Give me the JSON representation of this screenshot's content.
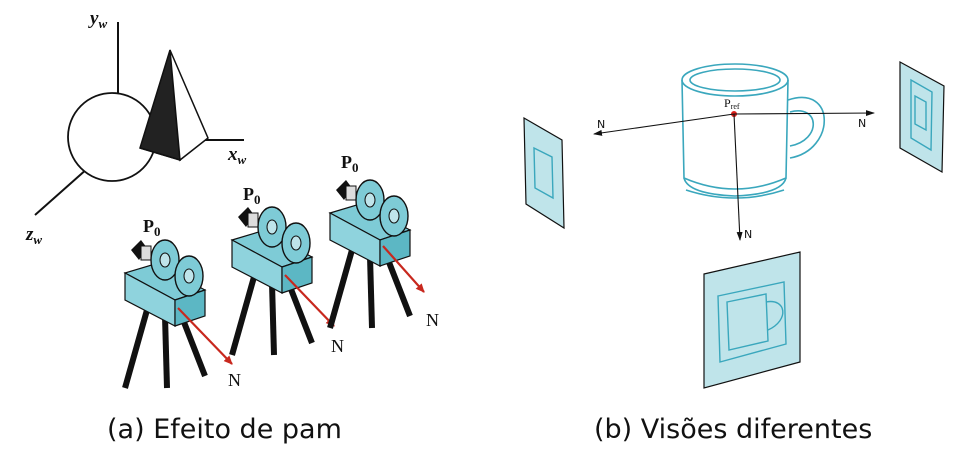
{
  "panel_a": {
    "caption": "(a) Efeito de pam",
    "axes": {
      "y_label": "y",
      "y_sub": "w",
      "x_label": "x",
      "x_sub": "w",
      "z_label": "z",
      "z_sub": "w"
    },
    "cameras": [
      {
        "point_label": "P",
        "point_sub": "0",
        "normal_label": "N"
      },
      {
        "point_label": "P",
        "point_sub": "0",
        "normal_label": "N"
      },
      {
        "point_label": "P",
        "point_sub": "0",
        "normal_label": "N"
      }
    ]
  },
  "panel_b": {
    "caption": "(b) Visões diferentes",
    "pref_label": "P",
    "pref_sub": "ref",
    "normal_left": "N",
    "normal_right": "N",
    "normal_down": "N"
  },
  "colors": {
    "cyan_fill": "#bfe4ea",
    "cyan_stroke": "#3aa7bd",
    "normal_arrow": "#c8281e",
    "pref_dot": "#e0201a",
    "ink": "#111111"
  }
}
